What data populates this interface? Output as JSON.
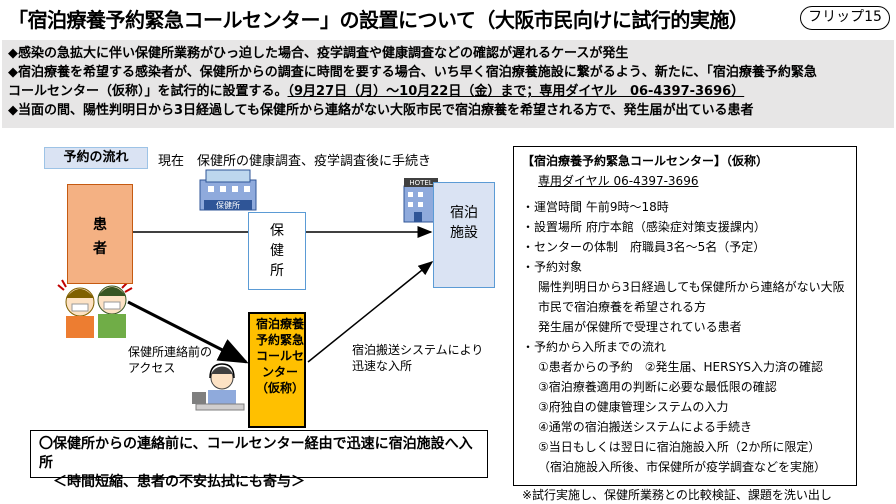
{
  "header": {
    "title": "「宿泊療養予約緊急コールセンター」の設置について（大阪市民向けに試行的実施）",
    "flip_label": "フリップ15"
  },
  "notes": {
    "line1": "◆感染の急拡大に伴い保健所業務がひっ迫した場合、疫学調査や健康調査などの確認が遅れるケースが発生",
    "line2": "◆宿泊療養を希望する感染者が、保健所からの調査に時間を要する場合、いち早く宿泊療養施設に繋がるよう、新たに、「宿泊療養予約緊急",
    "line3_pre": "コールセンター（仮称）」を試行的に設置する。",
    "line3_underline": "（9月27日（月）～10月22日（金）まで；専用ダイヤル　06‐4397‐3696）",
    "line4": "◆当面の間、陽性判明日から3日経過しても保健所から連絡がない大阪市民で宿泊療養を希望される方で、発生届が出ている患者"
  },
  "flow": {
    "tag": "予約の流れ",
    "current": "現在　保健所の健康調査、疫学調査後に手続き",
    "patient_label": "患\n者",
    "health_center_label": "保\n健\n所",
    "health_center_sign": "保健所",
    "hotel_label": "宿泊\n施設",
    "hotel_sign": "HOTEL",
    "call_center_label": "宿泊療養予約緊急コールセンター（仮称）",
    "access_label": "保健所連絡前の\nアクセス",
    "transport_label": "宿泊搬送システムにより\n迅速な入所"
  },
  "bottom": {
    "line1": "〇保健所からの連絡前に、コールセンター経由で迅速に宿泊施設へ入所",
    "line2": "　＜時間短縮、患者の不安払拭にも寄与＞"
  },
  "panel": {
    "title": "【宿泊療養予約緊急コールセンター】（仮称）",
    "dial": "専用ダイヤル 06‐4397‐3696",
    "hours": "・運営時間 午前9時～18時",
    "location": "・設置場所 府庁本館（感染症対策支援課内）",
    "staff": "・センターの体制　府職員3名～5名（予定）",
    "target_head": "・予約対象",
    "target_1": "陽性判明日から3日経過しても保健所から連絡がない大阪",
    "target_2": "市民で宿泊療養を希望される方",
    "target_3": "発生届が保健所で受理されている患者",
    "flow_head": "・予約から入所までの流れ",
    "step_1": "①患者からの予約　②発生届、HERSYS入力済の確認",
    "step_2": "③宿泊療養適用の判断に必要な最低限の確認",
    "step_3": "③府独自の健康管理システムの入力",
    "step_4": "④通常の宿泊搬送システムによる手続き",
    "step_5": "⑤当日もしくは翌日に宿泊施設入所（2か所に限定）",
    "step_5b": "（宿泊施設入所後、市保健所が疫学調査などを実施）",
    "footnote": "※試行実施し、保健所業務との比較検証、課題を洗い出し"
  },
  "colors": {
    "patient_fill": "#f4b183",
    "hotel_fill": "#dae3f3",
    "call_center_fill": "#ffc000",
    "notes_bg": "#e7e6e6",
    "accent_blue": "#5b9bd5"
  }
}
